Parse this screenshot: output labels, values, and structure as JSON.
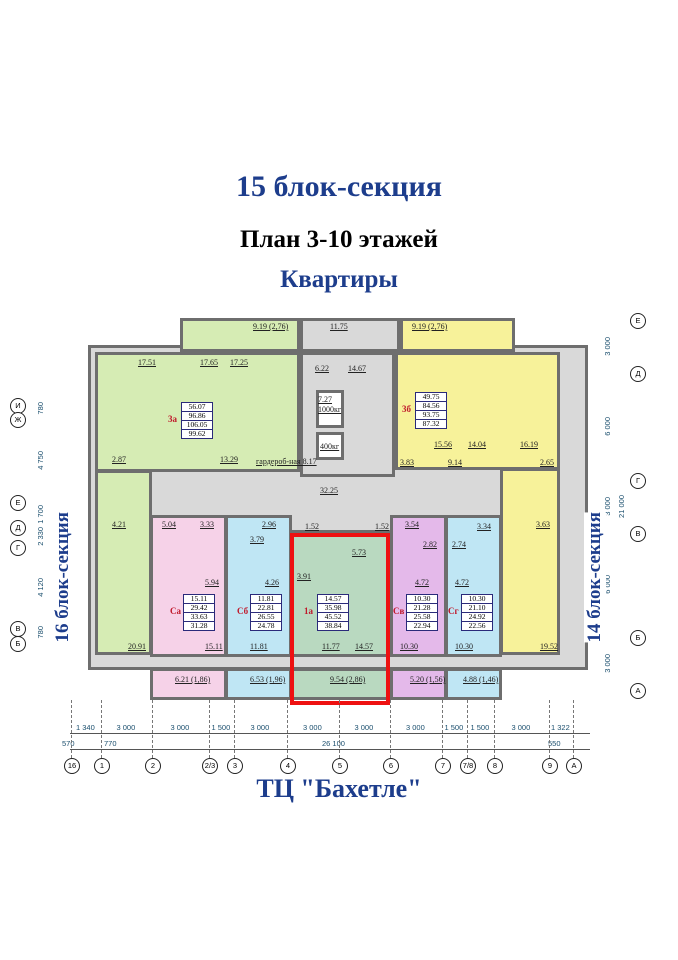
{
  "header": {
    "section_title": "15  блок-секция",
    "plan_title": "План 3-10 этажей",
    "subtitle": "Квартиры"
  },
  "footer": {
    "mall_label": "ТЦ \"Бахетле\""
  },
  "neighbors": {
    "left": "16  блок-секция",
    "right": "14  блок-секция"
  },
  "colors": {
    "title": "#1d3d8c",
    "green_apartment": "#d6ecb4",
    "yellow_apartment": "#f7f29a",
    "pink_apartment": "#f6d2e8",
    "blue_apartment": "#bfe6f4",
    "highlight_outline": "#ee1111"
  },
  "apartments": [
    {
      "type": "3а",
      "areas": [
        "56.07",
        "96.86",
        "106.05",
        "99.62"
      ]
    },
    {
      "type": "3б",
      "areas": [
        "49.75",
        "84.56",
        "93.75",
        "87.32"
      ]
    },
    {
      "type": "Са",
      "areas": [
        "15.11",
        "29.42",
        "33.63",
        "31.28"
      ]
    },
    {
      "type": "Сб",
      "areas": [
        "11.81",
        "22.81",
        "26.55",
        "24.78"
      ]
    },
    {
      "type": "1а",
      "areas": [
        "14.57",
        "35.98",
        "45.52",
        "38.84"
      ]
    },
    {
      "type": "Св",
      "areas": [
        "10.30",
        "21.28",
        "25.58",
        "22.94"
      ]
    },
    {
      "type": "Сг",
      "areas": [
        "10.30",
        "21.10",
        "24.92",
        "22.56"
      ]
    }
  ],
  "rooms": [
    "17.51",
    "17.65",
    "17.25",
    "13.29",
    "2.87",
    "гардероб-ная 8.17",
    "4.21",
    "9.19 (2,76)",
    "9.19 (2,76)",
    "11.75",
    "6.22",
    "7.27",
    "14.67",
    "32.25",
    "1000кг",
    "400кг",
    "15.56",
    "14.04",
    "16.19",
    "3.83",
    "9.14",
    "2.65",
    "3.63",
    "20.91",
    "5.04",
    "3.33",
    "5.94",
    "15.11",
    "2.96",
    "3.79",
    "4.26",
    "11.81",
    "1.52",
    "1.52",
    "5.73",
    "3.91",
    "11.77",
    "14.57",
    "3.54",
    "2.82",
    "4.72",
    "10.30",
    "3.34",
    "2.74",
    "4.72",
    "10.30",
    "19.52",
    "6.21 (1,86)",
    "6.53 (1,96)",
    "9.54 (2,86)",
    "5.20 (1,56)",
    "4.88 (1,46)"
  ],
  "bottom_dims": [
    "1 340",
    "3 000",
    "3 000",
    "1 500",
    "3 000",
    "3 000",
    "3 000",
    "3 000",
    "1 500",
    "1 500",
    "3 000",
    "1 322"
  ],
  "bottom_overall": [
    "570",
    "770",
    "26 100",
    "550"
  ],
  "bottom_axes": [
    "16",
    "1",
    "2",
    "2/3",
    "3",
    "4",
    "5",
    "6",
    "7",
    "7/8",
    "8",
    "9",
    "А"
  ],
  "left_axes": [
    "И",
    "Ж",
    "Е",
    "Д",
    "Г",
    "В",
    "Б"
  ],
  "left_dims": [
    "780",
    "4 750",
    "1 700",
    "2 330",
    "4 120",
    "780"
  ],
  "right_axes": [
    "Е",
    "Д",
    "Г",
    "В",
    "Б",
    "А"
  ],
  "right_dims": [
    "3 000",
    "6 000",
    "3 000",
    "6 000",
    "3 000"
  ],
  "right_overall": "21 000"
}
